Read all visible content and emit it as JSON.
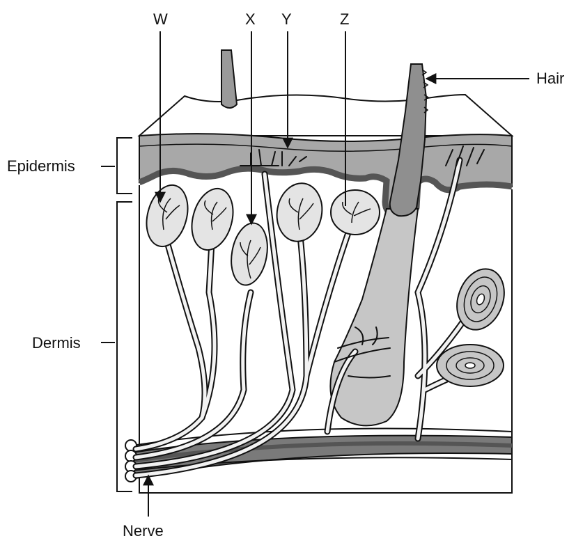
{
  "labels": {
    "w": "W",
    "x": "X",
    "y": "Y",
    "z": "Z",
    "hair": "Hair",
    "epidermis": "Epidermis",
    "dermis": "Dermis",
    "nerve": "Nerve"
  },
  "colors": {
    "outline": "#111111",
    "epidermis_fill": "#a8a8a8",
    "dark_band": "#555555",
    "dermis_fill": "#ffffff",
    "follicle_fill": "#c6c6c6",
    "nerve_fill": "#f2f2f2",
    "receptor_fill": "#e4e4e4"
  }
}
